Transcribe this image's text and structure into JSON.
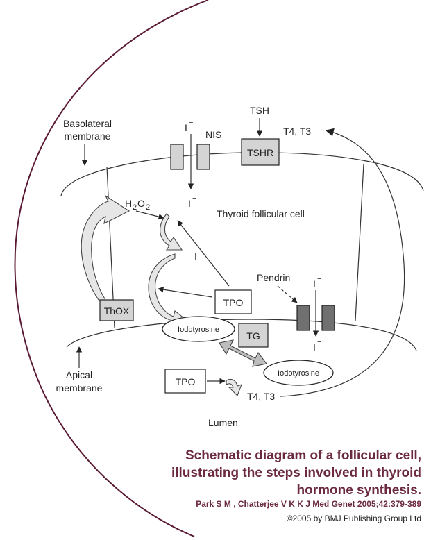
{
  "diagram": {
    "labels": {
      "basolateral_membrane": [
        "Basolateral",
        "membrane"
      ],
      "apical_membrane": [
        "Apical",
        "membrane"
      ],
      "tsh": "TSH",
      "tshr": "TSHR",
      "t4_t3_top": "T4, T3",
      "iodide_top": "I",
      "nis": "NIS",
      "h2o2_h": "H",
      "h2o2_2a": "2",
      "h2o2_o": "O",
      "h2o2_2b": "2",
      "iodide_inner": "I",
      "thyroid_follicular_cell": "Thyroid follicular cell",
      "iodine": "I",
      "pendrin": "Pendrin",
      "iodide_pendrin_top": "I",
      "iodide_pendrin_bottom": "I",
      "minus": "−",
      "thox": "ThOX",
      "tpo_cell": "TPO",
      "tpo_lumen": "TPO",
      "tg": "TG",
      "iodotyrosine_1": "Iodotyrosine",
      "iodotyrosine_2": "Iodotyrosine",
      "t4_t3_bottom": "T4, T3",
      "lumen": "Lumen"
    }
  },
  "caption": {
    "title": "Schematic diagram of a follicular cell, illustrating the steps involved in thyroid hormone synthesis.",
    "citation": "Park S M , Chatterjee V K K J Med Genet 2005;42:379-389",
    "copyright": "©2005 by BMJ Publishing Group Ltd"
  },
  "colors": {
    "caption_text": "#6b2a3f",
    "decorative_arc": "#5a1a35",
    "box_fill": "#d4d4d4",
    "channel_dark": "#707070"
  }
}
